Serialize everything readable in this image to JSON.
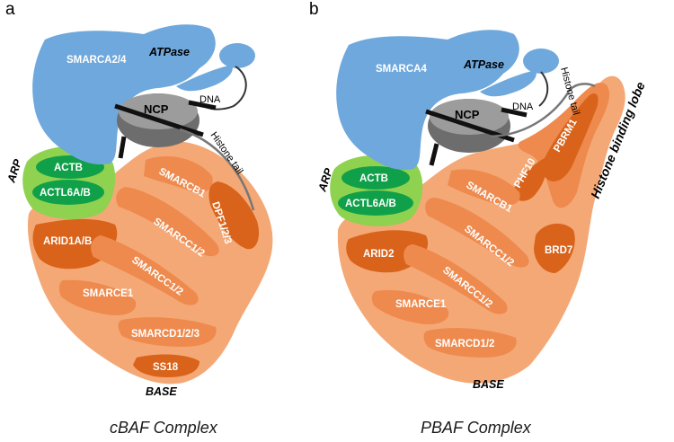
{
  "colors": {
    "atpase": "#6fa8dc",
    "arp_outer": "#8ed24f",
    "arp_inner": "#11a04a",
    "base_light": "#f4a876",
    "base_mid": "#ee8a4e",
    "base_dark": "#d9631a",
    "ncp": "#6d6d6d",
    "ncp_top": "#9c9c9c"
  },
  "panels": [
    {
      "letter": "a",
      "caption": "cBAF Complex",
      "atpase_subunit": "SMARCA2/4",
      "atpase_label": "ATPase",
      "arp_label": "ARP",
      "arp_subunits": [
        "ACTB",
        "ACTL6A/B"
      ],
      "ncp_label": "NCP",
      "dna_label": "DNA",
      "histone_tail_label": "Histone tail",
      "base_label": "BASE",
      "base_subunits": [
        "SMARCB1",
        "DPF1/2/3",
        "ARID1A/B",
        "SMARCC1/2",
        "SMARCC1/2",
        "SMARCE1",
        "SMARCD1/2/3",
        "SS18"
      ]
    },
    {
      "letter": "b",
      "caption": "PBAF Complex",
      "atpase_subunit": "SMARCA4",
      "atpase_label": "ATPase",
      "arp_label": "ARP",
      "arp_subunits": [
        "ACTB",
        "ACTL6A/B"
      ],
      "ncp_label": "NCP",
      "dna_label": "DNA",
      "histone_tail_label": "Histone tail",
      "base_label": "BASE",
      "base_subunits": [
        "SMARCB1",
        "PHF10",
        "PBRM1",
        "ARID2",
        "SMARCC1/2",
        "SMARCC1/2",
        "SMARCE1",
        "SMARCD1/2",
        "BRD7"
      ],
      "lobe_label": "Histone binding lobe"
    }
  ]
}
